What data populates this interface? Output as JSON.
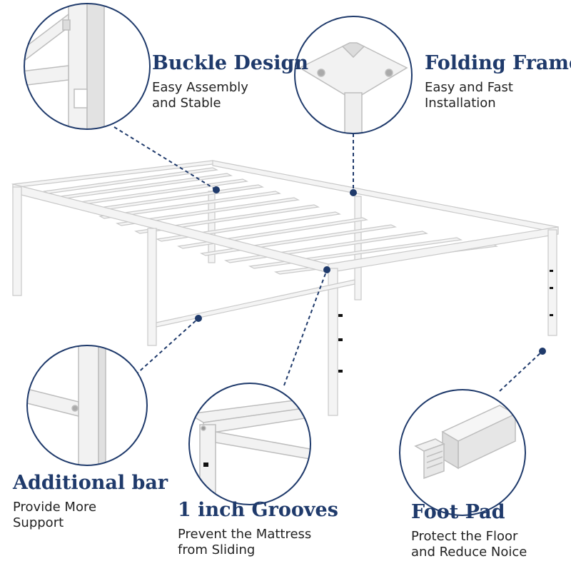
{
  "colors": {
    "title": "#1f3a6b",
    "callout_line": "#1f3a6b",
    "circle_border": "#1f3a6b",
    "frame": "#f4f4f4",
    "frame_edge": "#c9c9c9",
    "background": "#ffffff"
  },
  "features": {
    "buckle": {
      "title": "Buckle Design",
      "desc_line1": "Easy Assembly",
      "desc_line2": "and Stable"
    },
    "folding": {
      "title": "Folding Frame",
      "desc_line1": "Easy and Fast",
      "desc_line2": "Installation"
    },
    "additional": {
      "title": "Additional bar",
      "desc_line1": "Provide More",
      "desc_line2": "Support"
    },
    "grooves": {
      "title": "1 inch Grooves",
      "desc_line1": "Prevent the Mattress",
      "desc_line2": "from Sliding"
    },
    "footpad": {
      "title": "Foot Pad",
      "desc_line1": "Protect the Floor",
      "desc_line2": "and Reduce Noice"
    }
  }
}
